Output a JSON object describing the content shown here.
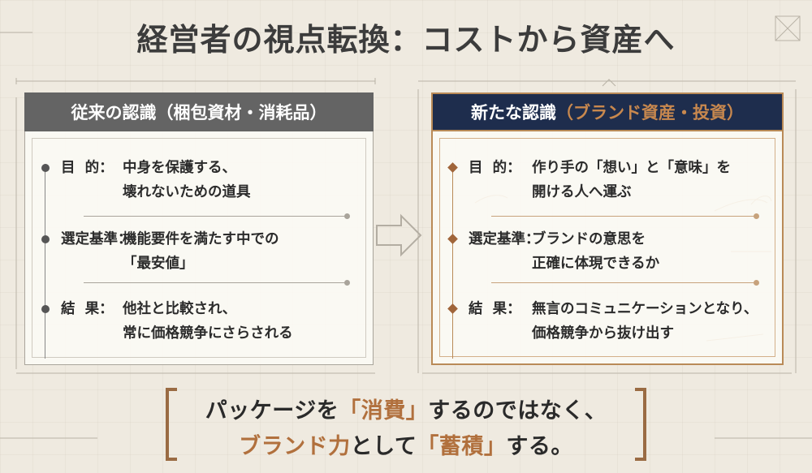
{
  "title": "経営者の視点転換：コストから資産へ",
  "left_panel": {
    "header": "従来の認識（梱包資材・消耗品）",
    "items": [
      {
        "label": "目  的：",
        "lines": [
          "中身を保護する、",
          "壊れないための道具"
        ]
      },
      {
        "label": "選定基準：",
        "lines": [
          "機能要件を満たす中での",
          "「最安値」"
        ]
      },
      {
        "label": "結  果：",
        "lines": [
          "他社と比較され、",
          "常に価格競争にさらされる"
        ]
      }
    ]
  },
  "right_panel": {
    "header_main": "新たな認識",
    "header_accent": "（ブランド資産・投資）",
    "items": [
      {
        "label": "目  的：",
        "lines": [
          "作り手の「想い」と「意味」を",
          "開ける人へ運ぶ"
        ]
      },
      {
        "label": "選定基準：",
        "lines": [
          "ブランドの意思を",
          "正確に体現できるか"
        ]
      },
      {
        "label": "結  果：",
        "lines": [
          "無言のコミュニケーションとなり、",
          "価格競争から抜け出す"
        ]
      }
    ]
  },
  "bottom_message": {
    "line1_pre": "パッケージを",
    "line1_accent": "「消費」",
    "line1_post": "するのではなく、",
    "line2_accent1": "ブランド力",
    "line2_mid": "として",
    "line2_accent2": "「蓄積」",
    "line2_post": "する。"
  },
  "colors": {
    "left_header_bg": "#646464",
    "right_header_bg": "#1e2d4d",
    "accent_copper": "#b1703d",
    "gold_border": "#b98a57"
  }
}
